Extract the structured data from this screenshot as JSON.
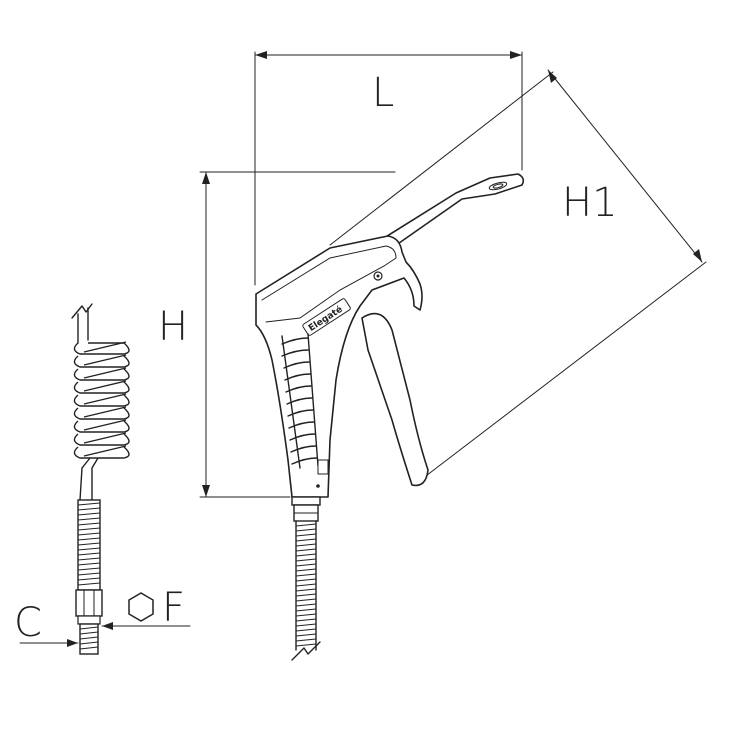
{
  "dimensions": {
    "L": "L",
    "H": "H",
    "H1": "H1",
    "C": "C",
    "F": "F"
  },
  "brand_label": "Elegaté",
  "icons": [
    "hexagon-icon"
  ]
}
